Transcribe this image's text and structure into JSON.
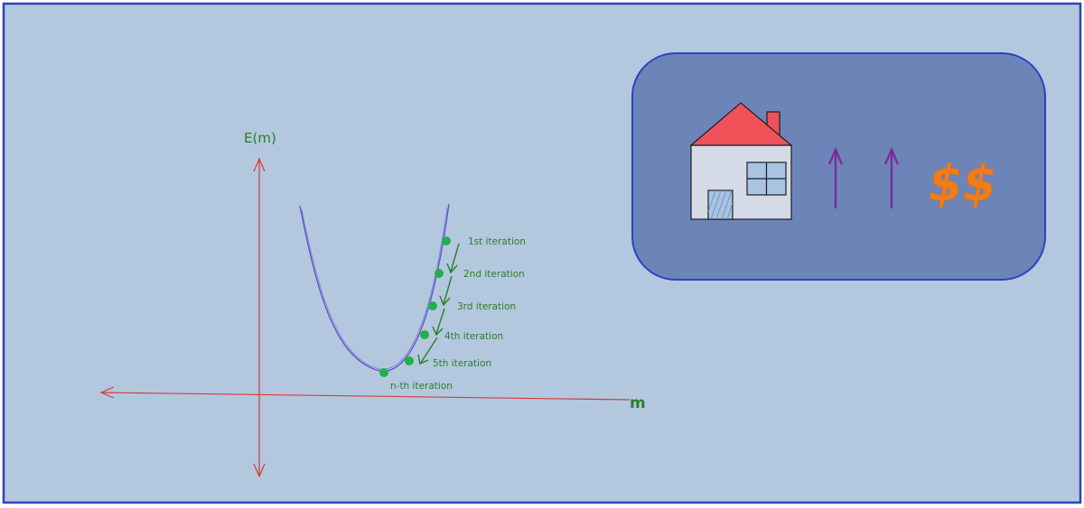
{
  "colors": {
    "background": "#b3c8df",
    "frame": "#2f44b8",
    "axis": "#d43a3a",
    "curve": "#5a52c8",
    "points": "#22b04a",
    "annotation": "#2c7d2c",
    "panel_fill": "#6d84b8",
    "panel_border": "#2b43c2",
    "roof": "#f0525a",
    "house_wall": "#d5dbe6",
    "window": "#a9c3e3",
    "up_arrow": "#7a2e9c",
    "dollar": "#f07d1a"
  },
  "graph": {
    "y_axis_label": "E(m)",
    "x_axis_label": "m",
    "iterations": [
      "1st iteration",
      "2nd iteration",
      "3rd iteration",
      "4th iteration",
      "5th iteration",
      "n-th iteration"
    ]
  },
  "panel": {
    "house_icon": "house-icon",
    "arrow_icon": "up-arrow-icon",
    "money_text": "$$"
  }
}
